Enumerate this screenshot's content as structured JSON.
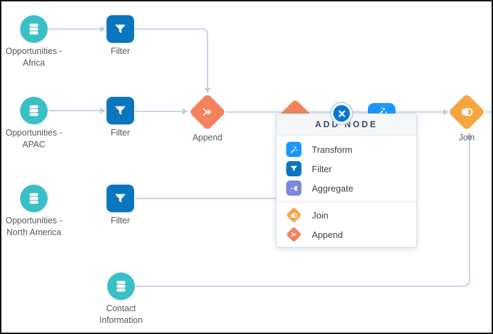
{
  "canvas": {
    "nodes": {
      "src_africa": {
        "type": "dataset",
        "label1": "Opportunities -",
        "label2": "Africa"
      },
      "filter_1": {
        "type": "filter",
        "label": "Filter"
      },
      "src_apac": {
        "type": "dataset",
        "label1": "Opportunities -",
        "label2": "APAC"
      },
      "filter_2": {
        "type": "filter",
        "label": "Filter"
      },
      "append_1": {
        "type": "append",
        "label": "Append"
      },
      "src_na": {
        "type": "dataset",
        "label1": "Opportunities -",
        "label2": "North America"
      },
      "filter_3": {
        "type": "filter",
        "label": "Filter"
      },
      "src_contact": {
        "type": "dataset",
        "label1": "Contact",
        "label2": "Information"
      },
      "join_1": {
        "type": "join",
        "label": "Join"
      },
      "append_hidden": {
        "type": "append",
        "label": ""
      },
      "transform_hidden": {
        "type": "transform",
        "label": ""
      }
    }
  },
  "popup": {
    "title": "ADD NODE",
    "items": [
      {
        "label": "Transform"
      },
      {
        "label": "Filter"
      },
      {
        "label": "Aggregate"
      },
      {
        "label": "Join"
      },
      {
        "label": "Append"
      }
    ]
  },
  "colors": {
    "dataset_teal": "#3bbfc7",
    "filter_blue": "#0b76c0",
    "transform_blue": "#1b96ff",
    "aggregate_indigo": "#7b87e3",
    "join_amber": "#f6a53f",
    "append_orange": "#f4825e",
    "connector_gray": "#cbd3e6",
    "close_button_blue": "#0b76d1"
  }
}
